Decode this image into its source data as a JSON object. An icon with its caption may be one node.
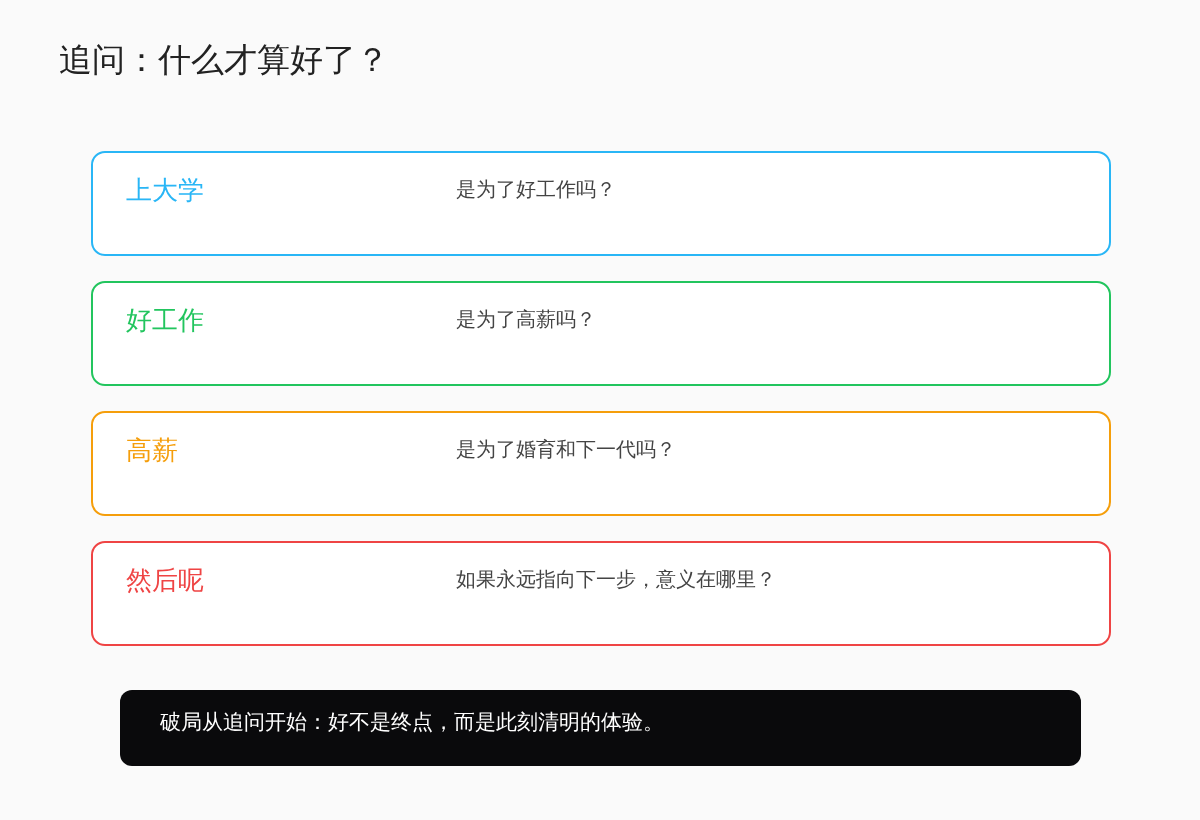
{
  "diagram": {
    "title": "追问：什么才算好了？",
    "nodes": [
      {
        "text": [
          "上大学",
          "是为了好工作吗？"
        ]
      },
      {
        "text": [
          "好工作",
          "是为了高薪吗？"
        ]
      },
      {
        "text": [
          "高薪",
          "是为了婚育和下一代吗？"
        ]
      },
      {
        "text": [
          "然后呢",
          "如果永远指向下一步，意义在哪里？"
        ]
      },
      {
        "text": [
          "破局从追问开始：好不是终点，而是此刻清明的体验。"
        ]
      }
    ]
  }
}
